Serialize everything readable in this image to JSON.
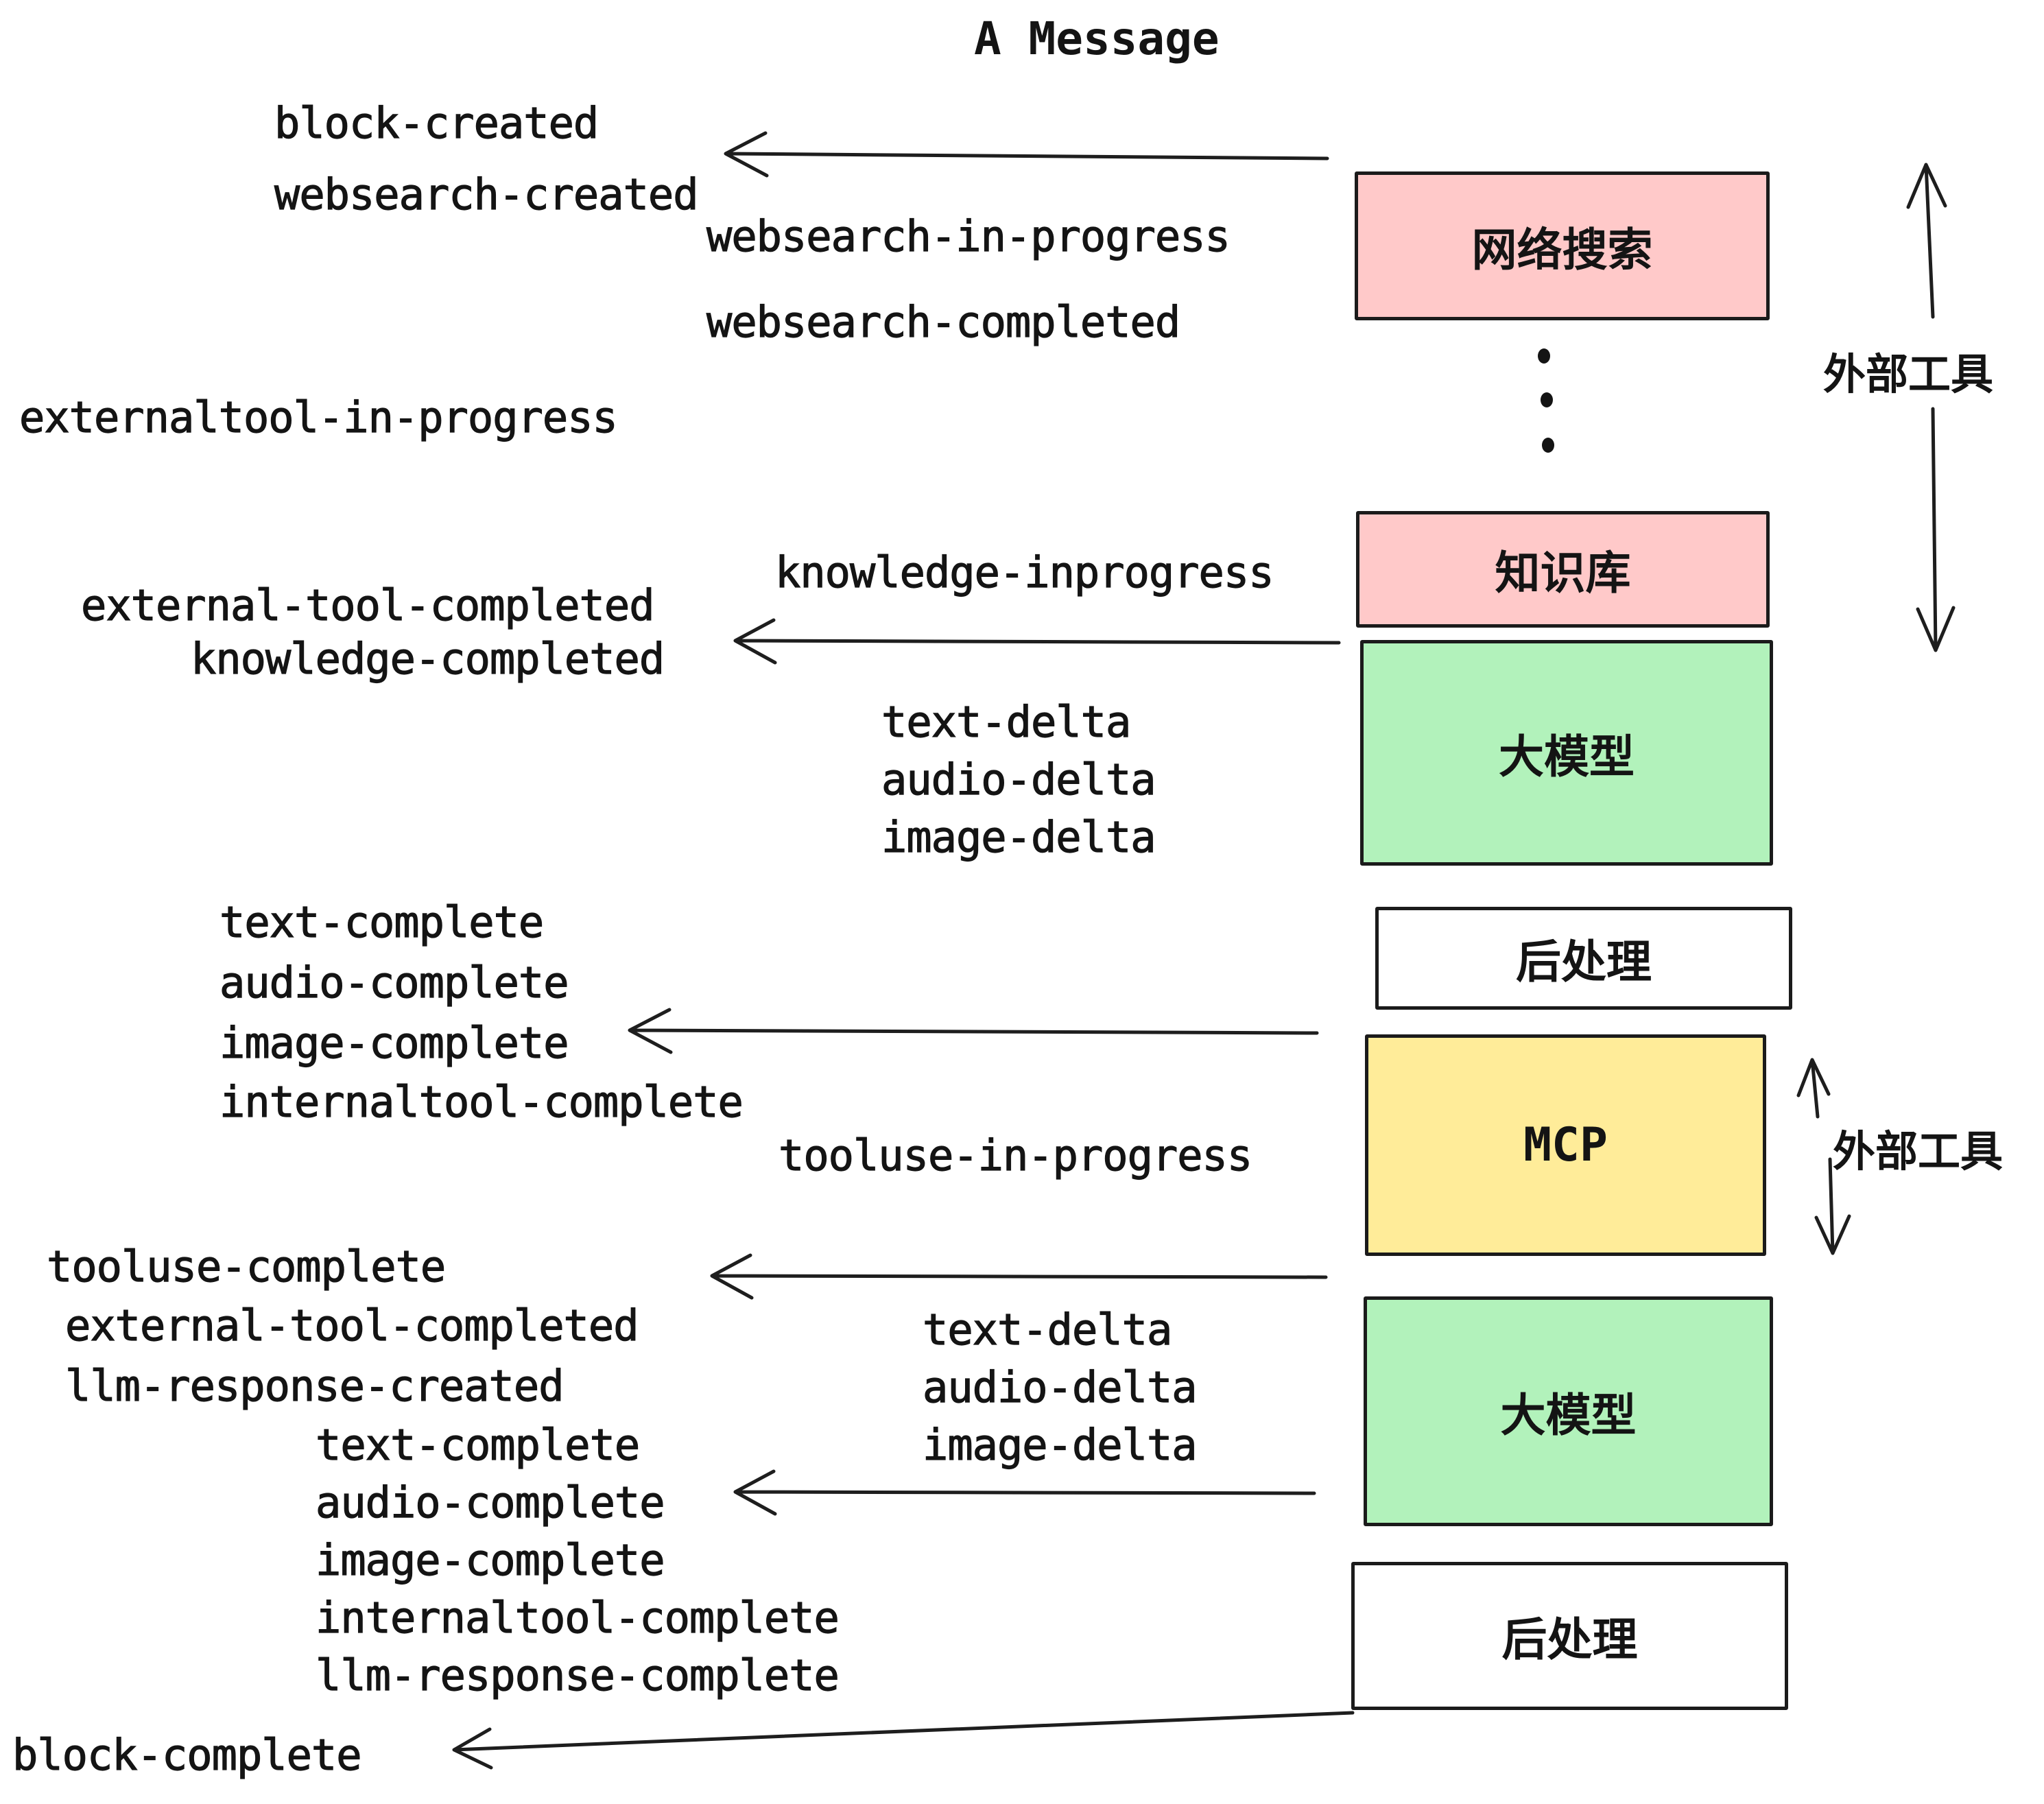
{
  "title": "A Message",
  "colors": {
    "box_pink": "#ffc9c9",
    "box_green": "#b2f2bb",
    "box_yellow": "#ffec99",
    "box_white": "#ffffff",
    "stroke": "#1b1b1b"
  },
  "boxes": [
    {
      "id": "websearch",
      "label": "网络搜索",
      "fill": "#ffc9c9"
    },
    {
      "id": "knowledge",
      "label": "知识库",
      "fill": "#ffc9c9"
    },
    {
      "id": "llm-1",
      "label": "大模型",
      "fill": "#b2f2bb"
    },
    {
      "id": "postprocess-1",
      "label": "后处理",
      "fill": "#ffffff"
    },
    {
      "id": "mcp",
      "label": "MCP",
      "fill": "#ffec99"
    },
    {
      "id": "llm-2",
      "label": "大模型",
      "fill": "#b2f2bb"
    },
    {
      "id": "postprocess-2",
      "label": "后处理",
      "fill": "#ffffff"
    }
  ],
  "annotations": [
    {
      "id": "external-tools-top",
      "label": "外部工具"
    },
    {
      "id": "external-tools-mid",
      "label": "外部工具"
    }
  ],
  "events": [
    {
      "id": "block-created",
      "text": "block-created"
    },
    {
      "id": "websearch-created",
      "text": "websearch-created"
    },
    {
      "id": "websearch-in-progress",
      "text": "websearch-in-progress"
    },
    {
      "id": "websearch-completed",
      "text": "websearch-completed"
    },
    {
      "id": "externaltool-in-progress",
      "text": "externaltool-in-progress"
    },
    {
      "id": "knowledge-inprogress",
      "text": "knowledge-inprogress"
    },
    {
      "id": "external-tool-completed-1",
      "text": "external-tool-completed"
    },
    {
      "id": "knowledge-completed",
      "text": "knowledge-completed"
    },
    {
      "id": "text-delta-1",
      "text": "text-delta"
    },
    {
      "id": "audio-delta-1",
      "text": "audio-delta"
    },
    {
      "id": "image-delta-1",
      "text": "image-delta"
    },
    {
      "id": "text-complete-1",
      "text": "text-complete"
    },
    {
      "id": "audio-complete-1",
      "text": "audio-complete"
    },
    {
      "id": "image-complete-1",
      "text": "image-complete"
    },
    {
      "id": "internaltool-complete-1",
      "text": "internaltool-complete"
    },
    {
      "id": "tooluse-in-progress",
      "text": "tooluse-in-progress"
    },
    {
      "id": "tooluse-complete",
      "text": "tooluse-complete"
    },
    {
      "id": "external-tool-completed-2",
      "text": "external-tool-completed"
    },
    {
      "id": "llm-response-created",
      "text": "llm-response-created"
    },
    {
      "id": "text-complete-2",
      "text": "text-complete"
    },
    {
      "id": "text-delta-2",
      "text": "text-delta"
    },
    {
      "id": "audio-delta-2",
      "text": "audio-delta"
    },
    {
      "id": "image-delta-2",
      "text": "image-delta"
    },
    {
      "id": "audio-complete-2",
      "text": "audio-complete"
    },
    {
      "id": "image-complete-2",
      "text": "image-complete"
    },
    {
      "id": "internaltool-complete-2",
      "text": "internaltool-complete"
    },
    {
      "id": "llm-response-complete",
      "text": "llm-response-complete"
    },
    {
      "id": "block-complete",
      "text": "block-complete"
    }
  ]
}
